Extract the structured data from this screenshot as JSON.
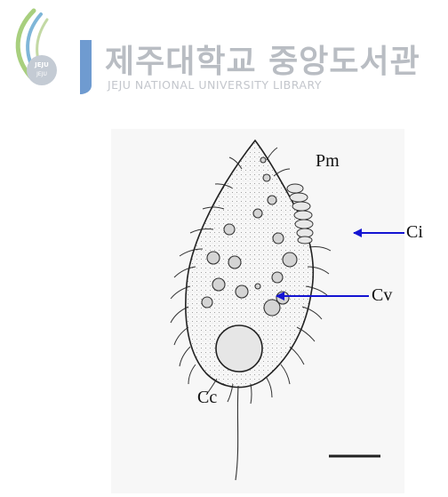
{
  "header": {
    "library_name": "제주대학교 중앙도서관",
    "library_name_en": "JEJU NATIONAL UNIVERSITY  LIBRARY",
    "logo_text_top": "JEJU",
    "logo_text_bottom": "JEJU"
  },
  "labels": {
    "pm": "Pm",
    "ci": "Ci",
    "cv": "Cv",
    "cc": "Cc"
  },
  "colors": {
    "arrow": "#1414d2",
    "watermark": "#b9bdc3",
    "logo_green": "#a8cf7e",
    "logo_blue": "#6f9bd0"
  }
}
